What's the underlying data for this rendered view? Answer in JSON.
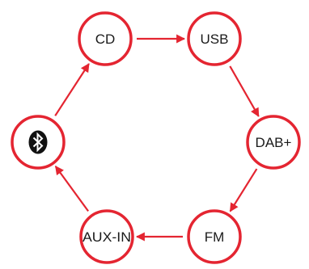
{
  "diagram": {
    "colors": {
      "accent": "#e42531",
      "text": "#1a1a1a",
      "icon_fill": "#111111",
      "background": "#ffffff"
    },
    "nodes": [
      {
        "id": "cd",
        "label": "CD"
      },
      {
        "id": "usb",
        "label": "USB"
      },
      {
        "id": "dab",
        "label": "DAB+"
      },
      {
        "id": "fm",
        "label": "FM"
      },
      {
        "id": "aux",
        "label": "AUX-IN"
      },
      {
        "id": "bluetooth",
        "label": "",
        "icon": "bluetooth-icon"
      }
    ],
    "edges": [
      {
        "from": "cd",
        "to": "usb"
      },
      {
        "from": "usb",
        "to": "dab"
      },
      {
        "from": "dab",
        "to": "fm"
      },
      {
        "from": "fm",
        "to": "aux"
      },
      {
        "from": "aux",
        "to": "bluetooth"
      },
      {
        "from": "bluetooth",
        "to": "cd"
      }
    ]
  }
}
